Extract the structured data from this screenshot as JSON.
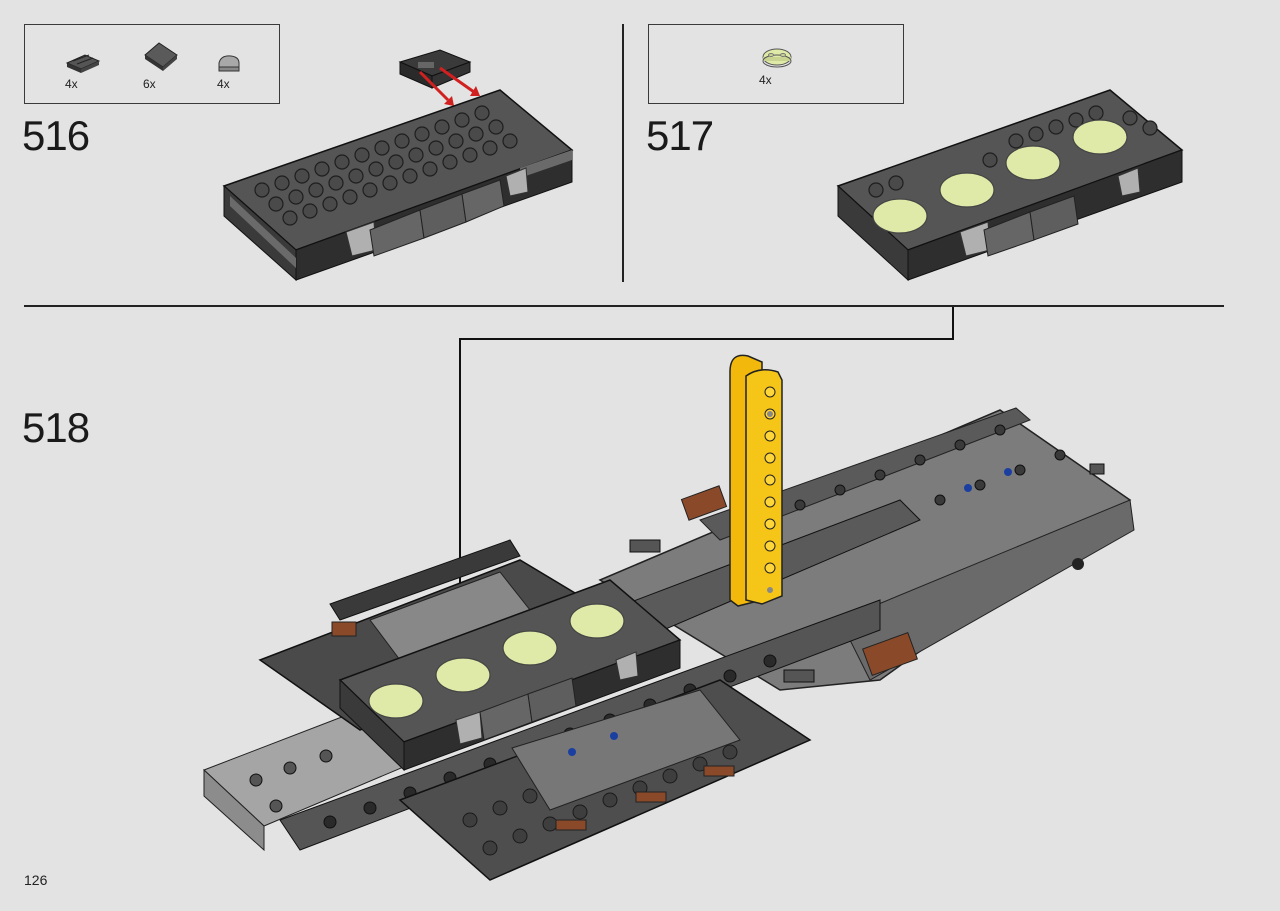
{
  "page": {
    "number": "126",
    "background": "#e3e3e3"
  },
  "colors": {
    "dark_gray": "#4a4a4a",
    "medium_gray": "#8a8a8a",
    "light_gray": "#b5b5b5",
    "yellow": "#f5c518",
    "glow_green": "#dfeaa8",
    "red_arrow": "#d02020",
    "reddish_brown": "#8a4a2a",
    "blue": "#1a3fa0"
  },
  "steps": [
    {
      "number": "516",
      "parts": [
        {
          "icon": "dark-gray-grille-tile-icon",
          "qty": "4x"
        },
        {
          "icon": "dark-gray-slope-icon",
          "qty": "6x"
        },
        {
          "icon": "light-gray-curved-slope-icon",
          "qty": "4x"
        }
      ]
    },
    {
      "number": "517",
      "parts": [
        {
          "icon": "glow-round-plate-icon",
          "qty": "4x"
        }
      ]
    },
    {
      "number": "518",
      "parts": []
    }
  ]
}
